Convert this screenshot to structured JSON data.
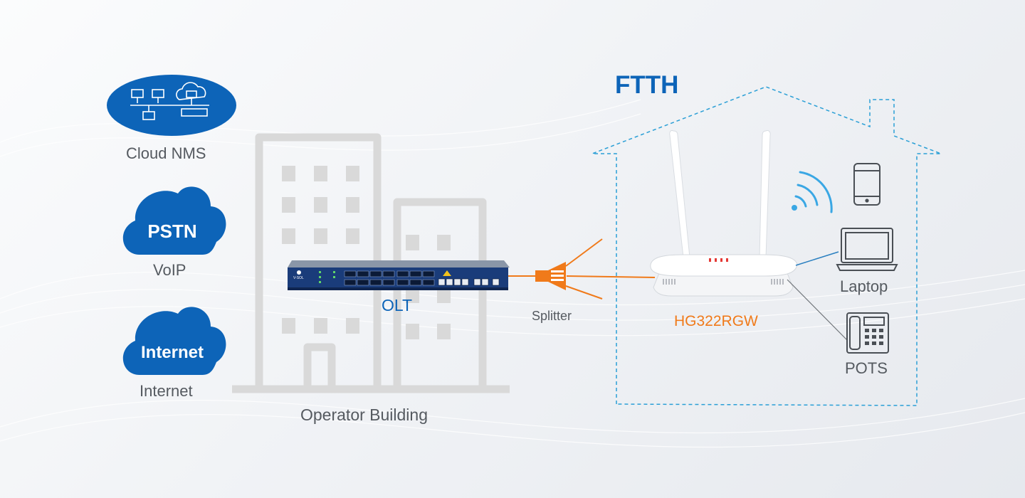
{
  "colors": {
    "blue": "#0d64b8",
    "orange": "#f07a1a",
    "building_gray": "#d9d9d9",
    "label_gray": "#555a60",
    "house_dash": "#2a9fd6",
    "device_gray": "#4a4f55"
  },
  "left_services": [
    {
      "badge": "",
      "label": "Cloud NMS"
    },
    {
      "badge": "PSTN",
      "label": "VoIP"
    },
    {
      "badge": "Internet",
      "label": "Internet"
    }
  ],
  "olt": {
    "label": "OLT",
    "brand": "V-SOL"
  },
  "building": {
    "label": "Operator Building"
  },
  "splitter": {
    "label": "Splitter"
  },
  "ftth": {
    "title": "FTTH"
  },
  "router": {
    "label": "HG322RGW"
  },
  "devices": [
    {
      "icon": "smartphone-icon",
      "label": ""
    },
    {
      "icon": "laptop-icon",
      "label": "Laptop"
    },
    {
      "icon": "telephone-icon",
      "label": "POTS"
    }
  ]
}
